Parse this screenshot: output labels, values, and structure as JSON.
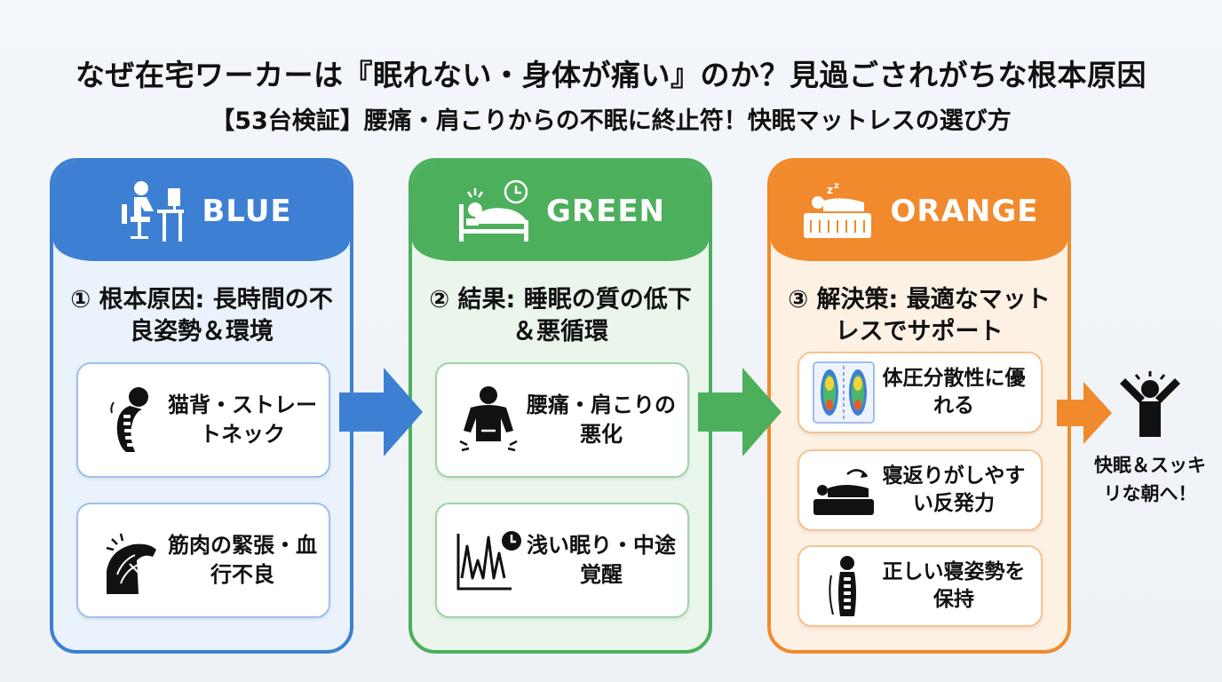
{
  "title": "なぜ在宅ワーカーは『眠れない・身体が痛い』のか？見過ごされがちな根本原因",
  "subtitle": "【53台検証】腰痛・肩こりからの不眠に終止符！快眠マットレスの選び方",
  "colors": {
    "blue": "#3d7fd2",
    "green": "#4caf5c",
    "orange": "#f08a2c"
  },
  "panels": {
    "blue": {
      "label": "BLUE",
      "icon": "desk-worker-icon",
      "heading": "① 根本原因: 長時間の不良姿勢＆環境",
      "cards": [
        {
          "icon": "spine-icon",
          "text": "猫背・ストレートネック"
        },
        {
          "icon": "shoulder-muscle-icon",
          "text": "筋肉の緊張・血行不良"
        }
      ]
    },
    "green": {
      "label": "GREEN",
      "icon": "sleepless-bed-clock-icon",
      "heading": "② 結果: 睡眠の質の低下＆悪循環",
      "cards": [
        {
          "icon": "back-pain-icon",
          "text": "腰痛・肩こりの悪化"
        },
        {
          "icon": "sleep-graph-clock-icon",
          "text": "浅い眠り・中途覚醒"
        }
      ]
    },
    "orange": {
      "label": "ORANGE",
      "icon": "sleeping-mattress-icon",
      "heading": "③ 解決策: 最適なマットレスでサポート",
      "cards": [
        {
          "icon": "pressure-map-icon",
          "text": "体圧分散性に優れる"
        },
        {
          "icon": "rolling-over-icon",
          "text": "寝返りがしやすい反発力"
        },
        {
          "icon": "correct-posture-icon",
          "text": "正しい寝姿勢を保持"
        }
      ]
    }
  },
  "result": {
    "icon": "happy-person-icon",
    "text": "快眠＆スッキリな朝へ！"
  }
}
